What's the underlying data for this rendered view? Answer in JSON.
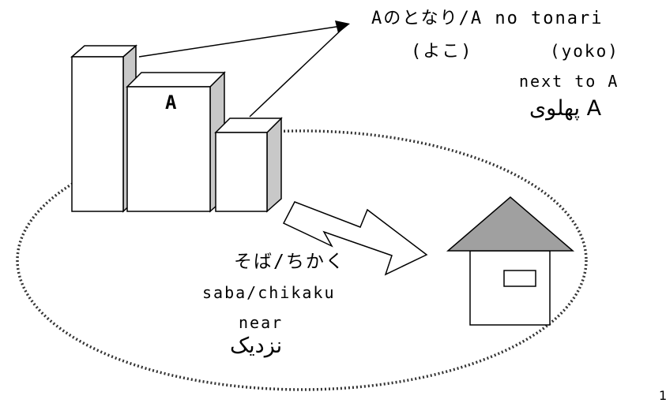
{
  "diagram": {
    "building_label": "A",
    "next_to": {
      "line1": "Aのとなり/A no tonari",
      "line2_jp": "(よこ)",
      "line2_romaji": "(yoko)",
      "english": "next to A",
      "persian": "پهلوی A"
    },
    "near": {
      "japanese": "そば/ちかく",
      "romaji": "saba/chikaku",
      "english": "near",
      "persian": "نزدیک"
    },
    "page_number": "1"
  },
  "colors": {
    "line": "#000000",
    "building_front": "#ffffff",
    "building_side": "#c8c8c8",
    "roof": "#a0a0a0",
    "background": "#ffffff"
  }
}
